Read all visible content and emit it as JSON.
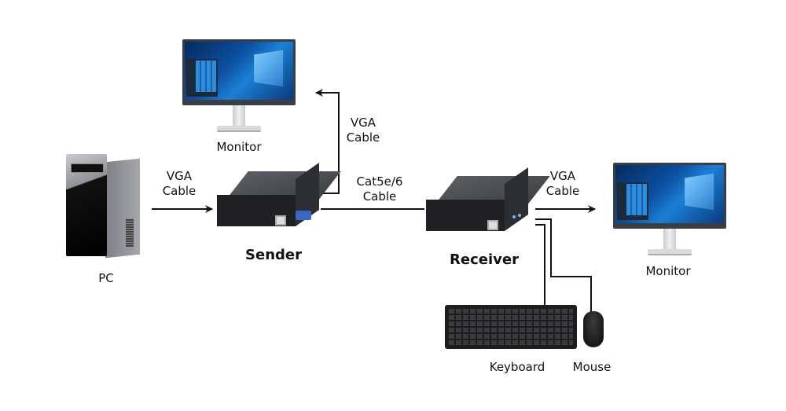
{
  "nodes": {
    "pc": {
      "label": "PC",
      "icon": "desktop-tower-icon"
    },
    "monitor_local": {
      "label": "Monitor",
      "icon": "monitor-icon"
    },
    "sender": {
      "label": "Sender",
      "icon": "extender-sender-icon"
    },
    "receiver": {
      "label": "Receiver",
      "icon": "extender-receiver-icon"
    },
    "monitor_remote": {
      "label": "Monitor",
      "icon": "monitor-icon"
    },
    "keyboard": {
      "label": "Keyboard",
      "icon": "keyboard-icon"
    },
    "mouse": {
      "label": "Mouse",
      "icon": "mouse-icon"
    }
  },
  "edges": {
    "pc_to_sender": {
      "label": "VGA\nCable",
      "from": "PC",
      "to": "Sender",
      "arrow": true
    },
    "sender_to_monitor": {
      "label": "VGA\nCable",
      "from": "Sender",
      "to": "Monitor",
      "arrow": true
    },
    "sender_to_receiver": {
      "label": "Cat5e/6\nCable",
      "from": "Sender",
      "to": "Receiver",
      "arrow": false
    },
    "receiver_to_monitor": {
      "label": "VGA\nCable",
      "from": "Receiver",
      "to": "Monitor",
      "arrow": true
    },
    "receiver_to_keyboard": {
      "label": "",
      "from": "Receiver",
      "to": "Keyboard",
      "arrow": false
    },
    "receiver_to_mouse": {
      "label": "",
      "from": "Receiver",
      "to": "Mouse",
      "arrow": false
    }
  },
  "colors": {
    "line": "#111111",
    "background": "#ffffff",
    "device_body": "#2b2e32",
    "vga_port": "#3b67c0"
  }
}
